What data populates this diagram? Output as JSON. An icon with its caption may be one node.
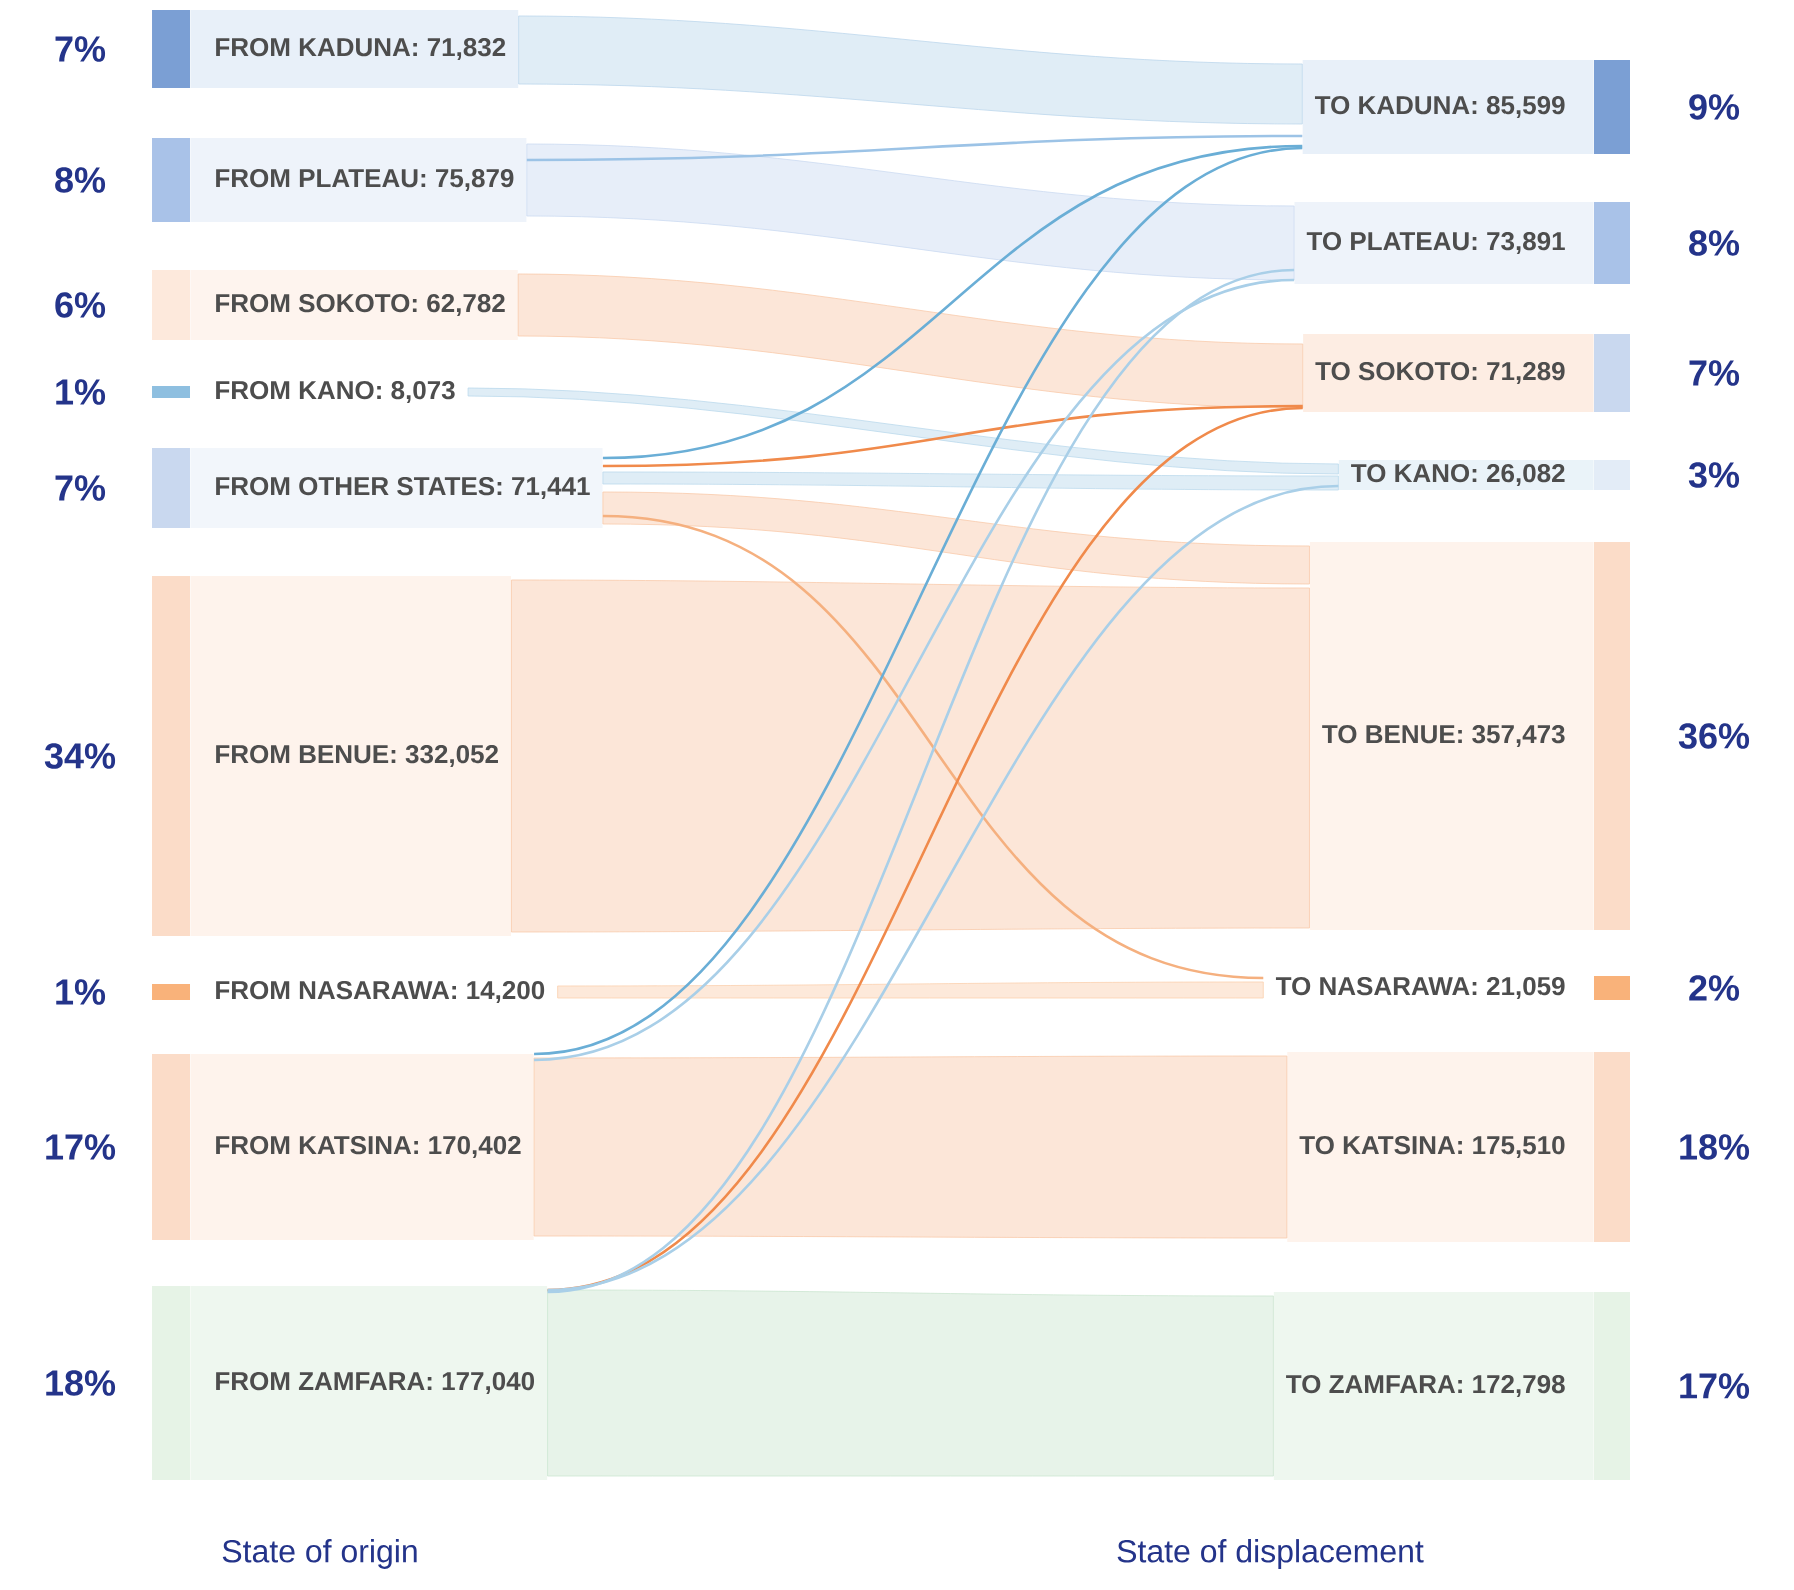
{
  "diagram": {
    "nodes": [
      {
        "text": [
          "FROM KADUNA: 71,832"
        ],
        "beside": [
          "7%"
        ]
      },
      {
        "text": [
          "FROM PLATEAU: 75,879"
        ],
        "beside": [
          "8%"
        ]
      },
      {
        "text": [
          "FROM SOKOTO: 62,782"
        ],
        "beside": [
          "6%"
        ]
      },
      {
        "text": [
          "FROM KANO: 8,073"
        ],
        "beside": [
          "1%"
        ]
      },
      {
        "text": [
          "FROM OTHER STATES: 71,441"
        ],
        "beside": [
          "7%"
        ]
      },
      {
        "text": [
          "FROM BENUE: 332,052"
        ],
        "beside": [
          "34%"
        ]
      },
      {
        "text": [
          "FROM NASARAWA: 14,200"
        ],
        "beside": [
          "1%"
        ]
      },
      {
        "text": [
          "FROM KATSINA: 170,402"
        ],
        "beside": [
          "17%"
        ]
      },
      {
        "text": [
          "FROM ZAMFARA: 177,040"
        ],
        "beside": [
          "18%"
        ]
      },
      {
        "text": [
          "TO KADUNA: 85,599"
        ],
        "beside": [
          "9%"
        ]
      },
      {
        "text": [
          "TO PLATEAU: 73,891"
        ],
        "beside": [
          "8%"
        ]
      },
      {
        "text": [
          "TO SOKOTO: 71,289"
        ],
        "beside": [
          "7%"
        ]
      },
      {
        "text": [
          "TO KANO: 26,082"
        ],
        "beside": [
          "3%"
        ]
      },
      {
        "text": [
          "TO BENUE: 357,473"
        ],
        "beside": [
          "36%"
        ]
      },
      {
        "text": [
          "TO NASARAWA: 21,059"
        ],
        "beside": [
          "2%"
        ]
      },
      {
        "text": [
          "TO KATSINA: 175,510"
        ],
        "beside": [
          "18%"
        ]
      },
      {
        "text": [
          "TO ZAMFARA: 172,798"
        ],
        "beside": [
          "17%"
        ]
      }
    ],
    "edges": [
      {
        "from": 0,
        "to": 9,
        "arrow": "none",
        "style": "thick",
        "color": "#8fbde0"
      },
      {
        "from": 1,
        "to": 10,
        "arrow": "none",
        "style": "thick",
        "color": "#a9c2e8"
      },
      {
        "from": 1,
        "to": 9,
        "arrow": "none",
        "color": "#9cc3e6"
      },
      {
        "from": 2,
        "to": 11,
        "arrow": "none",
        "style": "thick",
        "color": "#f5a673"
      },
      {
        "from": 3,
        "to": 12,
        "arrow": "none",
        "style": "thick",
        "color": "#8ebfe0"
      },
      {
        "from": 4,
        "to": 9,
        "arrow": "none",
        "color": "#6aaed6"
      },
      {
        "from": 4,
        "to": 11,
        "arrow": "none",
        "color": "#f08a4b"
      },
      {
        "from": 4,
        "to": 12,
        "arrow": "none",
        "style": "thick",
        "color": "#8ebfe0"
      },
      {
        "from": 4,
        "to": 13,
        "arrow": "none",
        "style": "thick",
        "color": "#f5a673"
      },
      {
        "from": 4,
        "to": 14,
        "arrow": "none",
        "color": "#f5b07f"
      },
      {
        "from": 5,
        "to": 13,
        "arrow": "none",
        "style": "thick",
        "color": "#f5a673"
      },
      {
        "from": 6,
        "to": 14,
        "arrow": "none",
        "style": "thick",
        "color": "#f9b27a"
      },
      {
        "from": 7,
        "to": 15,
        "arrow": "none",
        "style": "thick",
        "color": "#f5a673"
      },
      {
        "from": 7,
        "to": 9,
        "arrow": "none",
        "color": "#6aaed6"
      },
      {
        "from": 7,
        "to": 10,
        "arrow": "none",
        "color": "#a9cfe8"
      },
      {
        "from": 8,
        "to": 16,
        "arrow": "none",
        "style": "thick",
        "color": "#a8d5b0"
      },
      {
        "from": 8,
        "to": 11,
        "arrow": "none",
        "color": "#f08a4b"
      },
      {
        "from": 8,
        "to": 12,
        "arrow": "none",
        "color": "#a9cfe8"
      },
      {
        "from": 8,
        "to": 10,
        "arrow": "none",
        "color": "#a9cfe8"
      }
    ],
    "labels": [
      "State of origin",
      "State of displacement"
    ]
  }
}
